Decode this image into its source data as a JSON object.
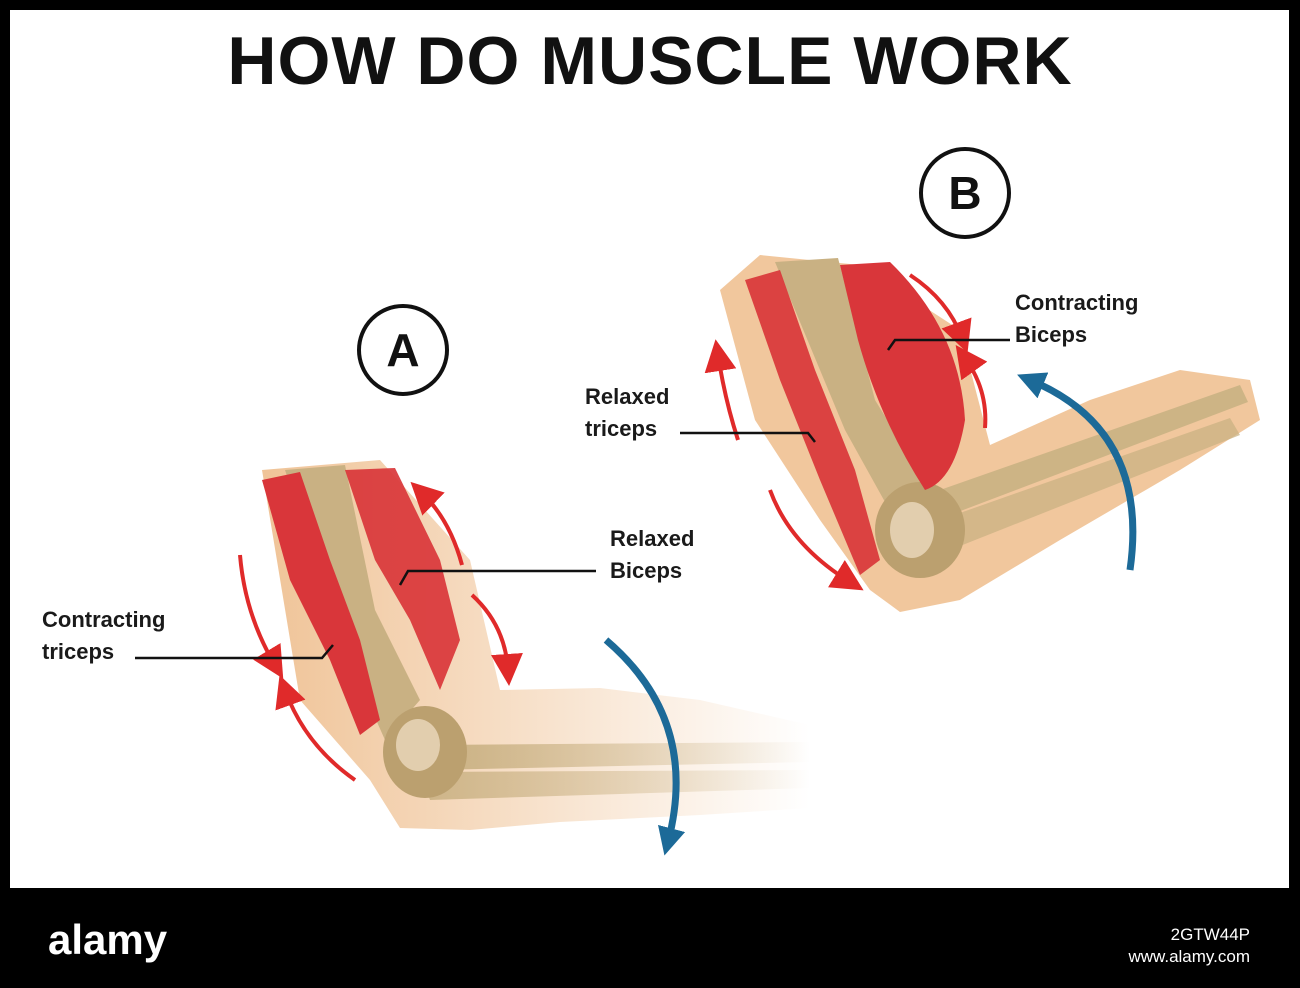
{
  "title": "HOW DO MUSCLE WORK",
  "diagrams": [
    {
      "marker": "A",
      "labels": [
        {
          "lines": [
            "Contracting",
            "triceps"
          ]
        },
        {
          "lines": [
            "Relaxed",
            "Biceps"
          ]
        }
      ]
    },
    {
      "marker": "B",
      "labels": [
        {
          "lines": [
            "Relaxed",
            "triceps"
          ]
        },
        {
          "lines": [
            "Contracting",
            "Biceps"
          ]
        }
      ]
    }
  ],
  "colors": {
    "muscle": "#d9363a",
    "bone": "#c9b183",
    "skin": "#eebd8c",
    "motion_arrow": "#1c6a98",
    "tension_arrow": "#e02a2a"
  },
  "footer": {
    "brand": "alamy",
    "image_id": "2GTW44P",
    "site": "www.alamy.com"
  }
}
